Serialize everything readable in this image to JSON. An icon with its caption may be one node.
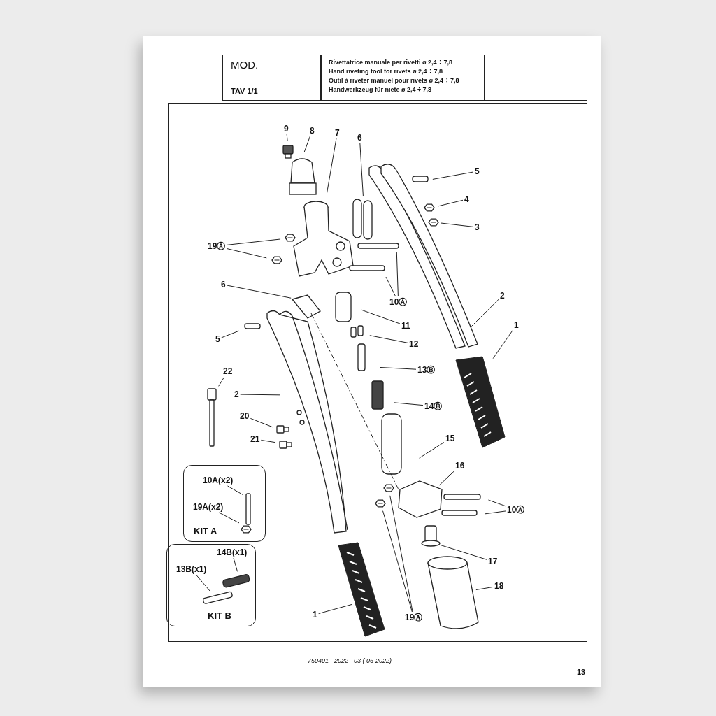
{
  "diagram": {
    "nodes": [
      {
        "text": [
          "9"
        ]
      },
      {
        "text": [
          "8"
        ]
      },
      {
        "text": [
          "7"
        ]
      },
      {
        "text": [
          "6"
        ]
      },
      {
        "text": [
          "5"
        ]
      },
      {
        "text": [
          "4"
        ]
      },
      {
        "text": [
          "3"
        ]
      },
      {
        "text": [
          "19Ⓐ"
        ]
      },
      {
        "text": [
          "10Ⓐ"
        ]
      },
      {
        "text": [
          "6"
        ]
      },
      {
        "text": [
          "11"
        ]
      },
      {
        "text": [
          "5"
        ]
      },
      {
        "text": [
          "12"
        ]
      },
      {
        "text": [
          "2"
        ]
      },
      {
        "text": [
          "1"
        ]
      },
      {
        "text": [
          "13Ⓑ"
        ]
      },
      {
        "text": [
          "22"
        ]
      },
      {
        "text": [
          "2"
        ]
      },
      {
        "text": [
          "14Ⓑ"
        ]
      },
      {
        "text": [
          "20"
        ]
      },
      {
        "text": [
          "21"
        ]
      },
      {
        "text": [
          "15"
        ]
      },
      {
        "text": [
          "16"
        ]
      },
      {
        "text": [
          "KIT A"
        ]
      },
      {
        "text": [
          "10A(x2)"
        ],
        "in": 23
      },
      {
        "text": [
          "19A(x2)"
        ],
        "in": 23
      },
      {
        "text": [
          "10Ⓐ"
        ]
      },
      {
        "text": [
          "KIT B"
        ]
      },
      {
        "text": [
          "14B(x1)"
        ],
        "in": 27
      },
      {
        "text": [
          "13B(x1)"
        ],
        "in": 27
      },
      {
        "text": [
          "17"
        ]
      },
      {
        "text": [
          "18"
        ]
      },
      {
        "text": [
          "1"
        ]
      },
      {
        "text": [
          "19Ⓐ"
        ]
      }
    ],
    "edges": [
      {
        "from": 0,
        "to": null,
        "arrow": "none"
      },
      {
        "from": 1,
        "to": null,
        "arrow": "none"
      },
      {
        "from": 2,
        "to": null,
        "arrow": "none"
      },
      {
        "from": 3,
        "to": null,
        "arrow": "none"
      },
      {
        "from": 4,
        "to": null,
        "arrow": "none"
      },
      {
        "from": 5,
        "to": null,
        "arrow": "none"
      },
      {
        "from": 6,
        "to": null,
        "arrow": "none"
      },
      {
        "from": 7,
        "to": null,
        "arrow": "none"
      },
      {
        "from": 7,
        "to": null,
        "arrow": "none"
      },
      {
        "from": 8,
        "to": null,
        "arrow": "none"
      },
      {
        "from": 8,
        "to": null,
        "arrow": "none"
      },
      {
        "from": 9,
        "to": null,
        "arrow": "none"
      },
      {
        "from": 10,
        "to": null,
        "arrow": "none"
      },
      {
        "from": 11,
        "to": null,
        "arrow": "none"
      },
      {
        "from": 12,
        "to": null,
        "arrow": "none"
      },
      {
        "from": 13,
        "to": null,
        "arrow": "none"
      },
      {
        "from": 14,
        "to": null,
        "arrow": "none"
      },
      {
        "from": 15,
        "to": null,
        "arrow": "none"
      },
      {
        "from": 16,
        "to": null,
        "arrow": "none"
      },
      {
        "from": 17,
        "to": null,
        "arrow": "none"
      },
      {
        "from": 18,
        "to": null,
        "arrow": "none"
      },
      {
        "from": 19,
        "to": null,
        "arrow": "none"
      },
      {
        "from": 20,
        "to": null,
        "arrow": "none"
      },
      {
        "from": 21,
        "to": null,
        "arrow": "none"
      },
      {
        "from": 22,
        "to": null,
        "arrow": "none"
      },
      {
        "from": 24,
        "to": null,
        "arrow": "none"
      },
      {
        "from": 25,
        "to": null,
        "arrow": "none"
      },
      {
        "from": 26,
        "to": null,
        "arrow": "none"
      },
      {
        "from": 26,
        "to": null,
        "arrow": "none"
      },
      {
        "from": 28,
        "to": null,
        "arrow": "none"
      },
      {
        "from": 29,
        "to": null,
        "arrow": "none"
      },
      {
        "from": 30,
        "to": null,
        "arrow": "none"
      },
      {
        "from": 31,
        "to": null,
        "arrow": "none"
      },
      {
        "from": 32,
        "to": null,
        "arrow": "none"
      },
      {
        "from": 33,
        "to": null,
        "arrow": "none"
      },
      {
        "from": 33,
        "to": null,
        "arrow": "none"
      }
    ],
    "labels": [
      "MOD.",
      "TAV 1/1",
      "Rivettatrice manuale per rivetti ø 2,4 ÷ 7,8",
      "Hand riveting tool for rivets ø 2,4 ÷ 7,8",
      "Outil à riveter manuel pour rivets ø 2,4 ÷ 7,8",
      "Handwerkzeug für niete ø 2,4 ÷ 7,8",
      "750401 - 2022 - 03 ( 06-2022)",
      "13"
    ]
  }
}
